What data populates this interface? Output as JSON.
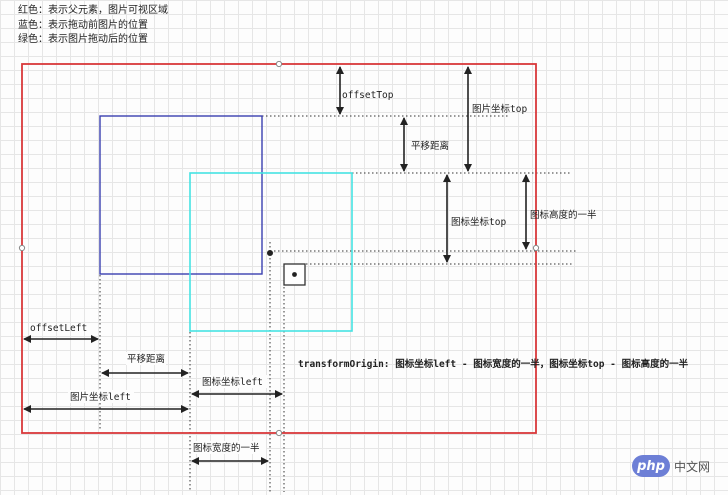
{
  "legend": {
    "red": "红色：表示父元素，图片可视区域",
    "blue": "蓝色：表示拖动前图片的位置",
    "green": "绿色：表示图片拖动后的位置"
  },
  "labels": {
    "offset_top": "offsetTop",
    "image_coord_top": "图片坐标top",
    "translate_v": "平移距离",
    "icon_coord_top": "图标坐标top",
    "half_height": "图标高度的一半",
    "offset_left": "offsetLeft",
    "translate_h": "平移距离",
    "icon_coord_left": "图标坐标left",
    "image_coord_left": "图片坐标left",
    "half_width": "图标宽度的一半",
    "formula": "transformOrigin: 图标坐标left - 图标宽度的一半，图标坐标top - 图标高度的一半"
  },
  "colors": {
    "red": "#d9383a",
    "blue": "#3a3fb0",
    "cyan": "#45e3e3"
  },
  "watermark": {
    "badge": "php",
    "text": "中文网"
  }
}
